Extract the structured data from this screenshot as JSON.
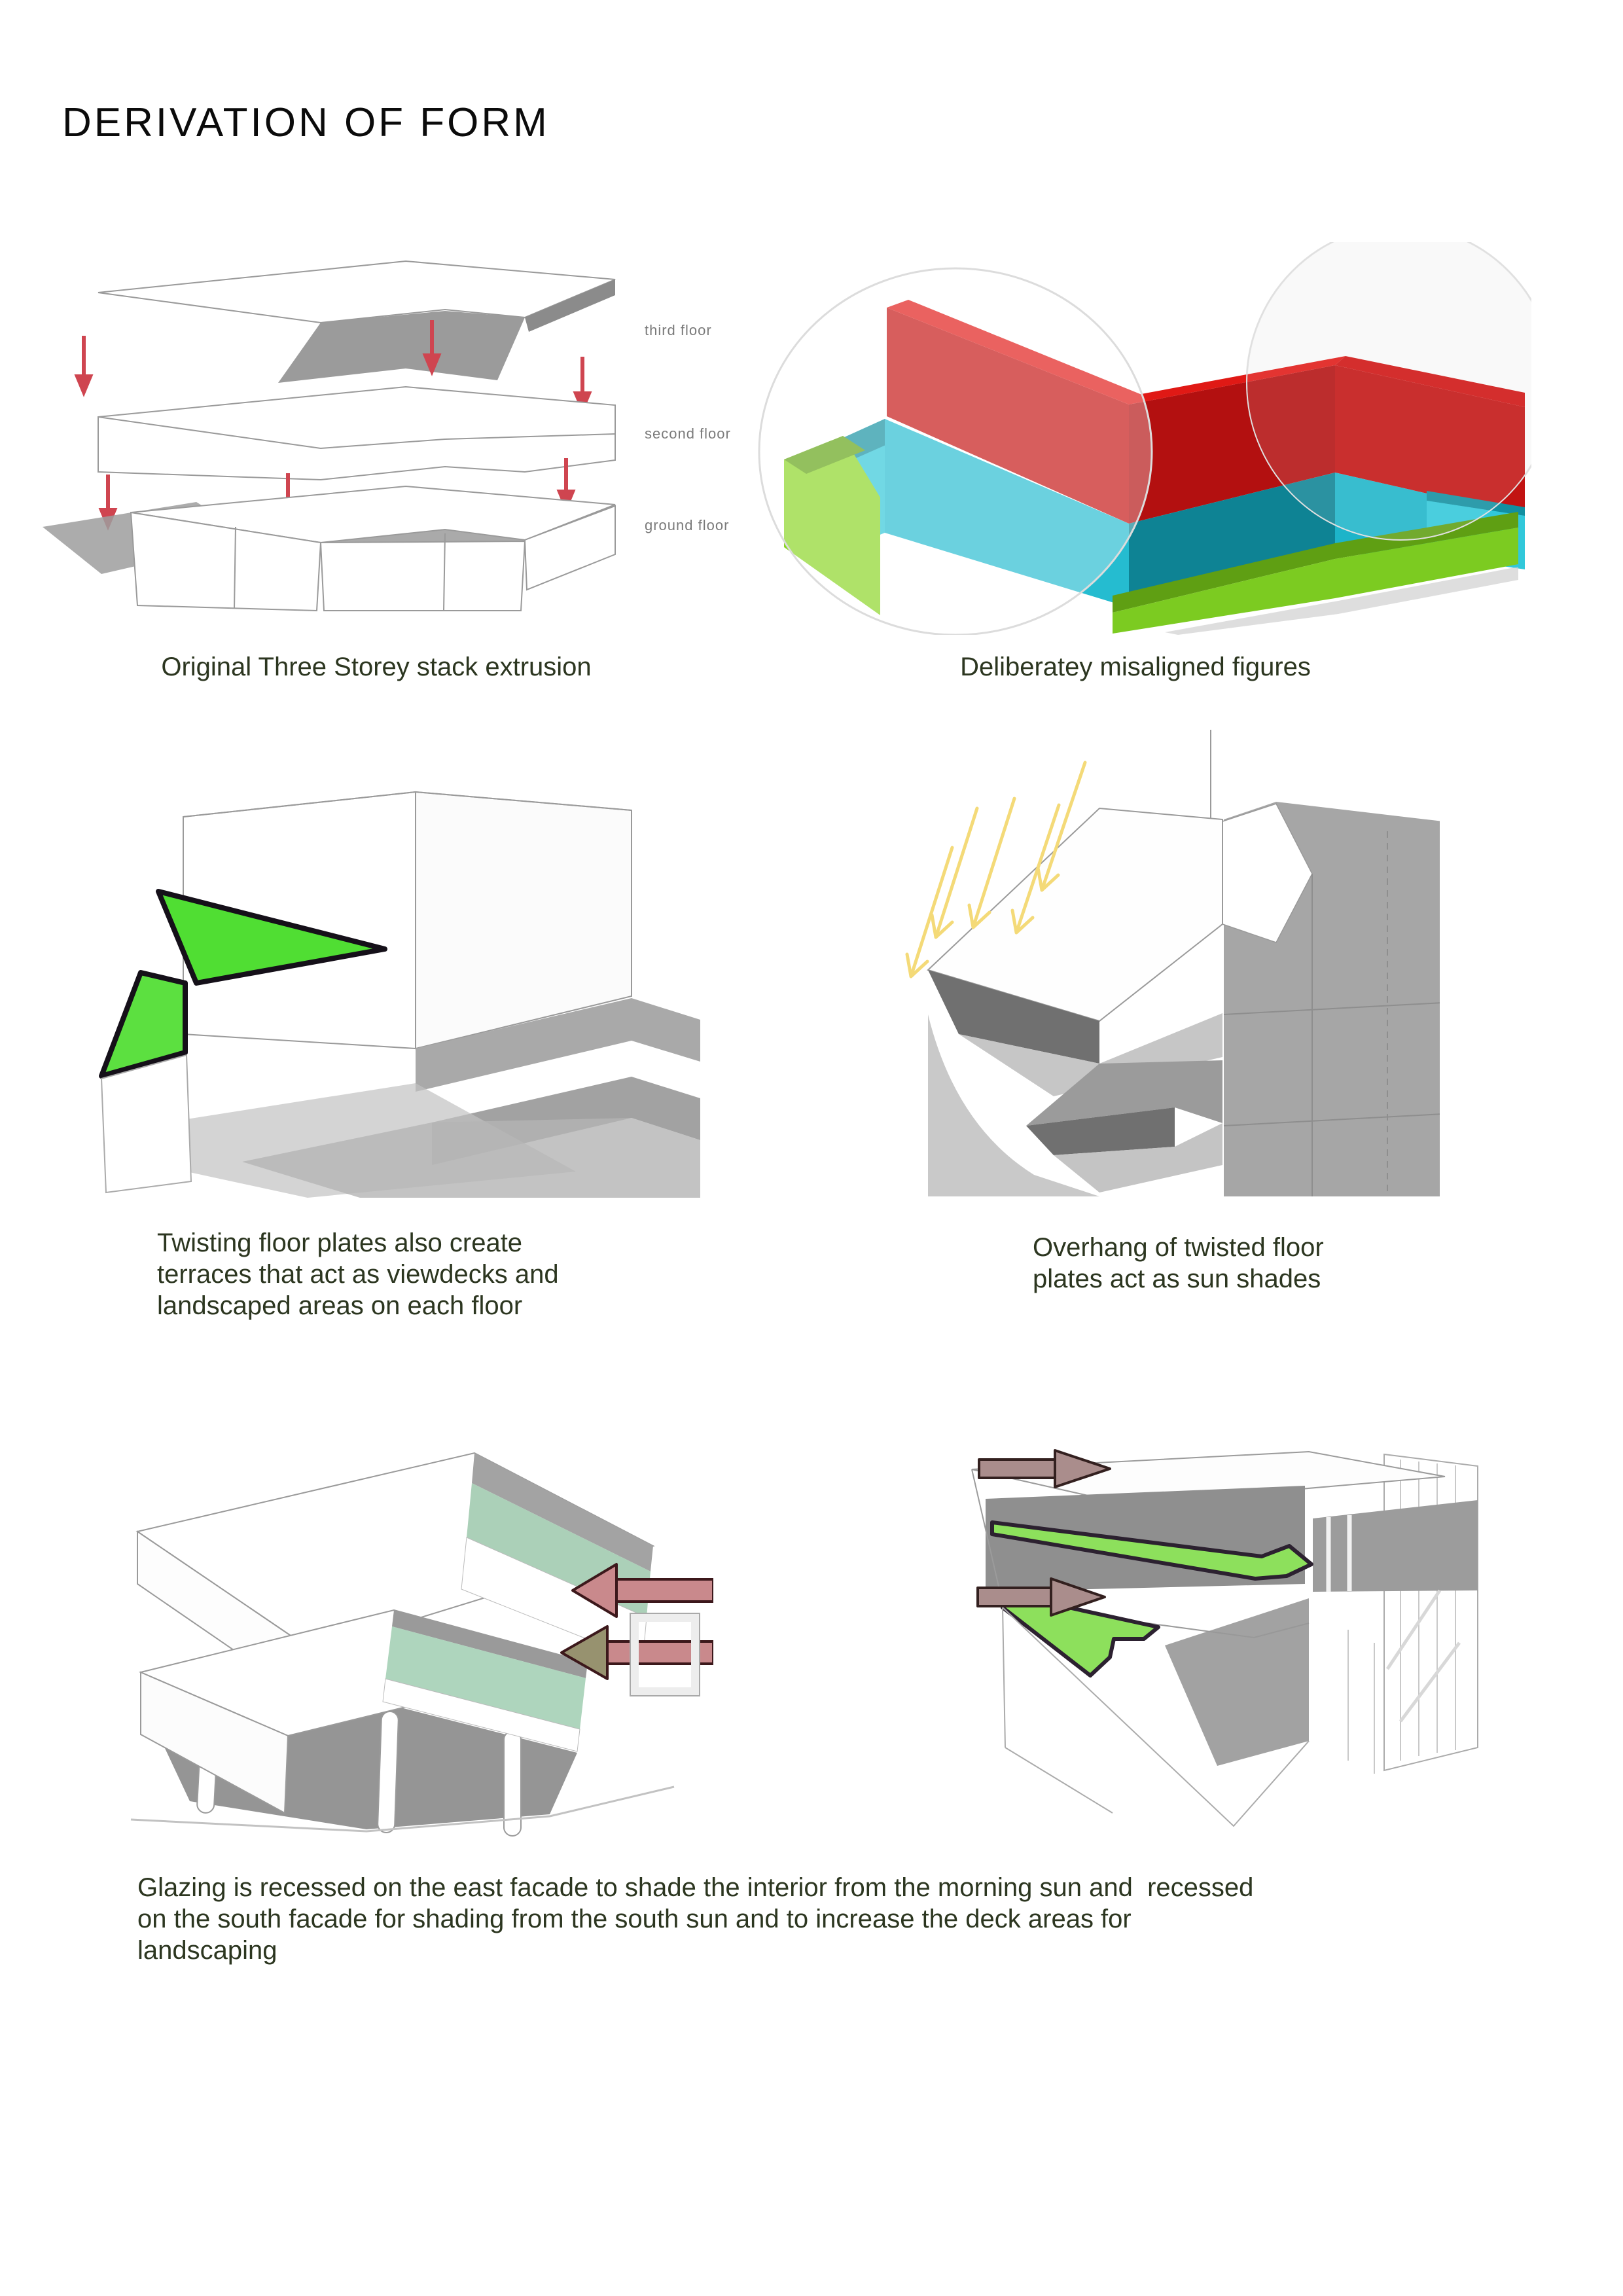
{
  "page": {
    "title": "DERIVATION OF FORM"
  },
  "figures": {
    "stack": {
      "caption": "Original Three Storey stack extrusion",
      "labels": {
        "third": "third floor",
        "second": "second floor",
        "ground": "ground floor"
      }
    },
    "misaligned": {
      "caption": "Deliberatey misaligned figures"
    },
    "terraces": {
      "caption": "Twisting floor plates also create\nterraces that act as viewdecks and\nlandscaped areas on each floor"
    },
    "sunshade": {
      "caption": "Overhang of twisted floor\nplates act as sun shades"
    },
    "glazing": {
      "caption": "Glazing is recessed on the east facade to shade the interior from the morning sun and  recessed\non the south facade for shading from the south sun and to increase the deck areas for\nlandscaping"
    }
  },
  "palette": {
    "caption_text": "#2c3620",
    "title_text": "#0b0b0b",
    "label_gray": "#7a7a7a",
    "red_block": "#c41311",
    "cyan_block": "#25bcd0",
    "green_block": "#7ccb21",
    "terrace_green": "#50de33",
    "sun_ray_yellow": "#f4da78",
    "glazing_green": "#abd0b8",
    "deck_green": "#8de05c",
    "arrow_pink": "#c9898c",
    "arrow_mauve": "#aa8d8c",
    "arrow_red": "#cf4550",
    "sketch_gray": "#9a9a9a"
  }
}
